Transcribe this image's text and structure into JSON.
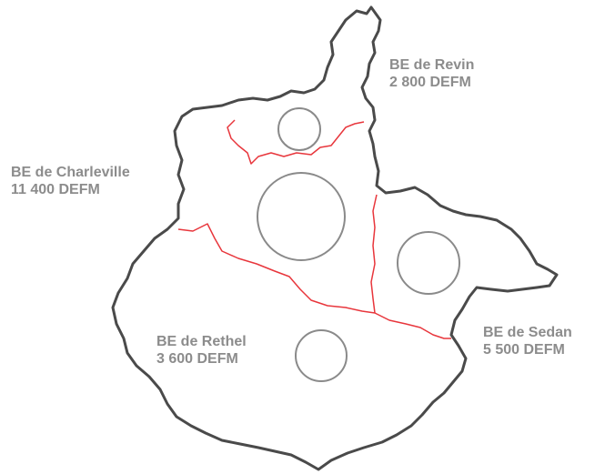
{
  "map": {
    "colors": {
      "outline": "#4a4a4a",
      "district_border": "#e8363c",
      "circle": "#8a8a8a",
      "label": "#8c8c8c"
    },
    "districts": [
      {
        "id": "revin",
        "name": "BE de Revin",
        "value": "2 800 DEFM",
        "defm": 2800
      },
      {
        "id": "charleville",
        "name": "BE de Charleville",
        "value": "11 400 DEFM",
        "defm": 11400
      },
      {
        "id": "sedan",
        "name": "BE de Sedan",
        "value": "5 500 DEFM",
        "defm": 5500
      },
      {
        "id": "rethel",
        "name": "BE de Rethel",
        "value": "3 600 DEFM",
        "defm": 3600
      }
    ]
  }
}
